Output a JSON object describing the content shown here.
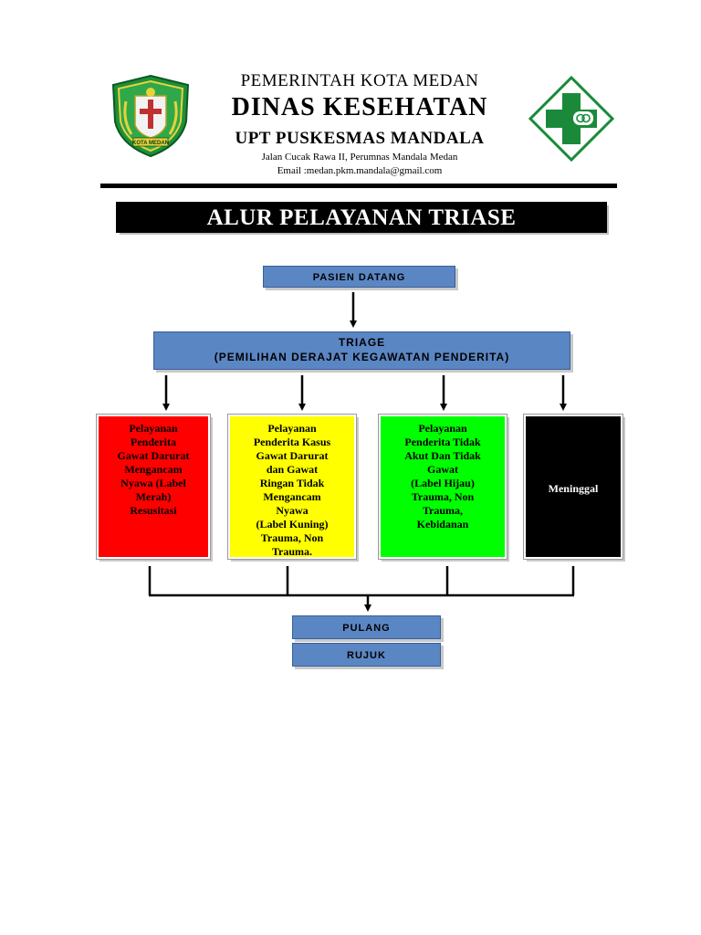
{
  "header": {
    "line1": "PEMERINTAH KOTA MEDAN",
    "line2": "DINAS KESEHATAN",
    "line3": "UPT PUSKESMAS MANDALA",
    "address": "Jalan Cucak Rawa II, Perumnas Mandala Medan",
    "email": "Email :medan.pkm.mandala@gmail.com",
    "left_logo_text": "KOTA MEDAN"
  },
  "title": "ALUR PELAYANAN TRIASE",
  "flow": {
    "start": "PASIEN DATANG",
    "triage_line1": "TRIAGE",
    "triage_line2": "(PEMILIHAN DERAJAT KEGAWATAN PENDERITA)",
    "categories": [
      {
        "text": "Pelayanan\nPenderita\nGawat Darurat\nMengancam\nNyawa (Label\nMerah)\nResusitasi",
        "color": "#ff0000"
      },
      {
        "text": "Pelayanan\nPenderita Kasus\nGawat Darurat\ndan Gawat\nRingan Tidak\nMengancam\nNyawa\n(Label Kuning)\nTrauma, Non\nTrauma.",
        "color": "#ffff00"
      },
      {
        "text": "Pelayanan\nPenderita Tidak\nAkut Dan Tidak\nGawat\n(Label Hijau)\nTrauma, Non\nTrauma,\nKebidanan",
        "color": "#00ff00"
      },
      {
        "text": "Meninggal",
        "color": "#000000"
      }
    ],
    "end1": "PULANG",
    "end2": "RUJUK"
  },
  "colors": {
    "box_blue": "#5b86c4",
    "logo_green": "#1a8a3a"
  },
  "icons": {
    "left_logo": "city-emblem-icon",
    "right_logo": "health-cross-icon"
  }
}
